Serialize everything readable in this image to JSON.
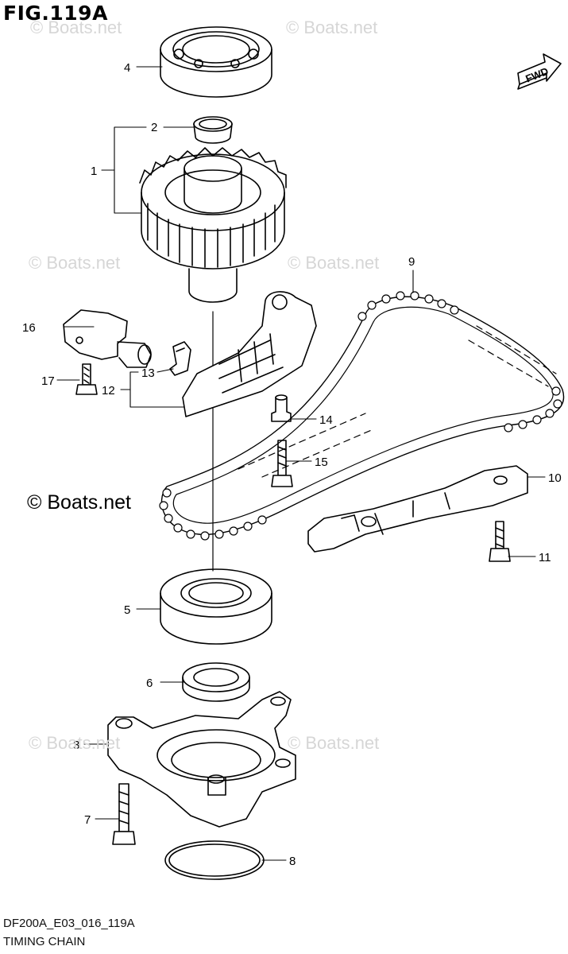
{
  "figure": {
    "title": "FIG.119A",
    "code": "DF200A_E03_016_119A",
    "caption": "TIMING CHAIN"
  },
  "watermark": {
    "main": "© Boats.net",
    "faint": "© Boats.net"
  },
  "fwd_label": "FWD",
  "callouts": [
    "1",
    "2",
    "3",
    "4",
    "5",
    "6",
    "7",
    "8",
    "9",
    "10",
    "11",
    "12",
    "13",
    "14",
    "15",
    "16",
    "17"
  ],
  "colors": {
    "line": "#000000",
    "watermark": "#d6d6d6",
    "background": "#ffffff"
  }
}
